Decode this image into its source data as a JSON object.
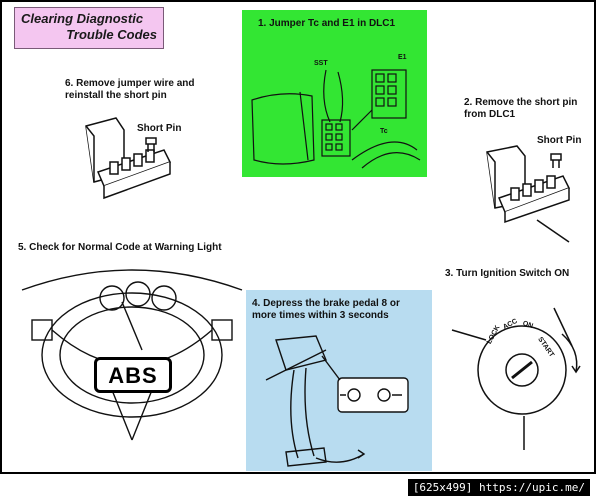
{
  "title": {
    "line1": "Clearing Diagnostic",
    "line2": "Trouble Codes"
  },
  "steps": {
    "s1": "1. Jumper Tc and E1 in DLC1",
    "s2": "2. Remove the short pin\nfrom DLC1",
    "s3": "3. Turn Ignition Switch ON",
    "s4": "4. Depress the brake pedal 8 or\nmore times within 3 seconds",
    "s5": "5. Check for Normal Code at Warning Light",
    "s6": "6. Remove jumper wire and\nreinstall the short pin"
  },
  "labels": {
    "short_pin_left": "Short Pin",
    "short_pin_right": "Short Pin",
    "sst": "SST",
    "e1": "E1",
    "tc": "Tc",
    "abs": "ABS",
    "lock": "LOCK",
    "acc": "ACC",
    "on": "ON",
    "start": "START"
  },
  "footer": {
    "badge": "[625x499] https://upic.me/"
  },
  "colors": {
    "title_bg": "#f4c6f0",
    "step1_panel": "#33e633",
    "step4_panel": "#b8dcf0"
  }
}
